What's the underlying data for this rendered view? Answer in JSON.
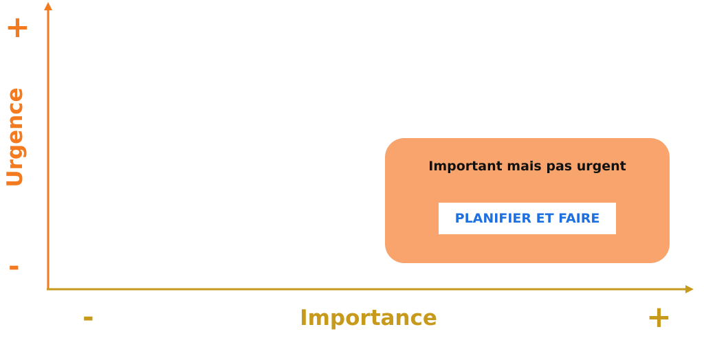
{
  "colors": {
    "y_axis": "#f47a20",
    "x_axis": "#c89a1c",
    "quadrant_fill": "#f9a46c",
    "quadrant_title": "#111111",
    "action_text": "#1e6fe0"
  },
  "y_axis": {
    "title": "Urgence",
    "high_label": "+",
    "low_label": "-"
  },
  "x_axis": {
    "title": "Importance",
    "low_label": "-",
    "high_label": "+"
  },
  "quadrant": {
    "title": "Important mais pas urgent",
    "action": "PLANIFIER ET FAIRE"
  }
}
